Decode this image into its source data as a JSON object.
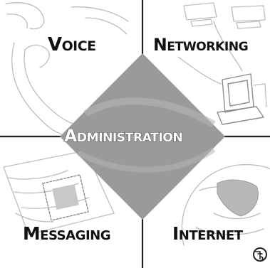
{
  "quadrants": {
    "voice": "Voice",
    "networking": "Networking",
    "messaging": "Messaging",
    "internet": "Internet"
  },
  "center": {
    "label": "Administration"
  },
  "colors": {
    "diamond": "#9a9a9a",
    "diamond_light": "#bdbdbd",
    "sketch": "#bdbdbd",
    "divider": "#222222"
  },
  "icons": {
    "voice_art": "telephone-handset-icon",
    "networking_art": "computer-terminal-icon",
    "messaging_art": "envelope-stamp-icon",
    "internet_art": "globe-icon",
    "logo": "na-logo-icon"
  }
}
